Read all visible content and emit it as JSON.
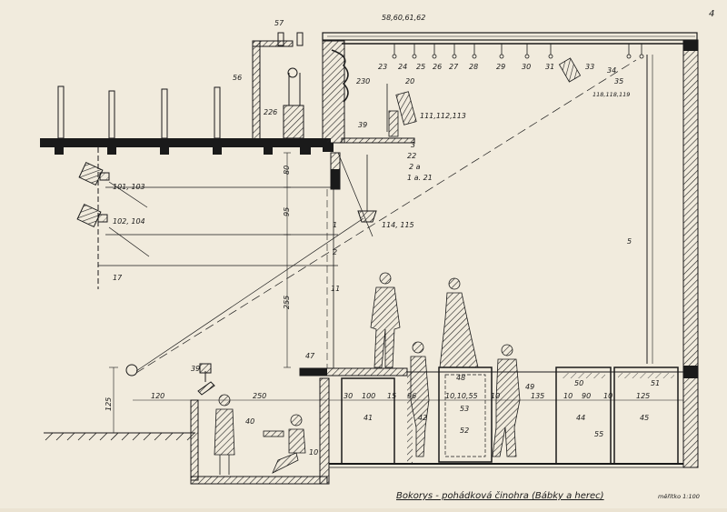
{
  "page_number": "4",
  "caption": "Bokorys - pohádková činohra (Bábky a herec)",
  "scale": "měřítko 1:100",
  "hatch_color": "#222222",
  "line_color": "#1a1a1a",
  "paper_color": "#f1ebdd",
  "labels": {
    "l57": "57",
    "l58": "58,60,61,62",
    "l56": "56",
    "l226": "226",
    "l230": "230",
    "l20": "20",
    "l111": "111,112,113",
    "l39top": "39",
    "l3": "3",
    "l22": "22",
    "l2a": "2 a",
    "l1a21": "1 a. 21",
    "l23": "23",
    "l24": "24",
    "l25": "25",
    "l26": "26",
    "l27": "27",
    "l28": "28",
    "l29": "29",
    "l30": "30",
    "l31": "31",
    "l33": "33",
    "l34": "34",
    "l35": "35",
    "l118": "118,118,119",
    "l101": "101, 103",
    "l102": "102, 104",
    "l114": "114, 115",
    "l1": "1",
    "l2": "2",
    "l17": "17",
    "l11": "11",
    "l5": "5",
    "l47": "47",
    "l39": "39",
    "l40": "40",
    "l10": "10",
    "l41": "41",
    "l42": "42",
    "l48": "48",
    "l53": "53",
    "l52": "52",
    "l50": "50",
    "l51": "51",
    "l44": "44",
    "l45": "45",
    "l55": "55",
    "l49": "49"
  },
  "dimensions": {
    "d80": "80",
    "d95": "95",
    "d255": "255",
    "d125": "125",
    "d120": "120",
    "d250": "250",
    "d30": "30",
    "d100": "100",
    "d15": "15",
    "d96": "96",
    "d10_10_55": "10,10,55",
    "d10a": "10",
    "d135": "135",
    "d10b": "10",
    "d90": "90",
    "d10c": "10",
    "d125b": "125"
  }
}
